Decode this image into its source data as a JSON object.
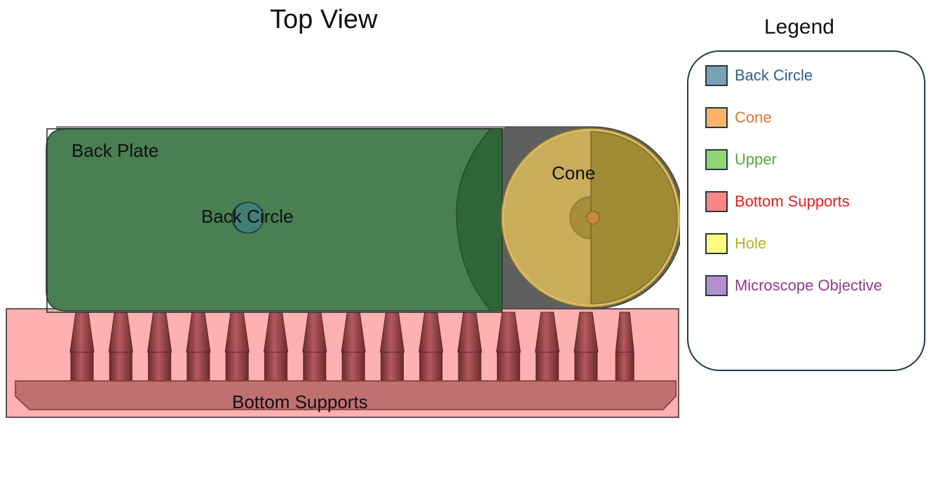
{
  "title": "Top View",
  "labels": {
    "back_plate": "Back Plate",
    "back_circle": "Back Circle",
    "cone": "Cone",
    "bottom_supports": "Bottom Supports"
  },
  "legend": {
    "title": "Legend",
    "items": [
      {
        "label": "Back Circle",
        "swatch": "#7aa1b3",
        "text_color": "#2f5f8a"
      },
      {
        "label": "Cone",
        "swatch": "#fdb36b",
        "text_color": "#e0763a"
      },
      {
        "label": "Upper",
        "swatch": "#8fd672",
        "text_color": "#58a43c"
      },
      {
        "label": "Bottom Supports",
        "swatch": "#fb8686",
        "text_color": "#e81c1c"
      },
      {
        "label": "Hole",
        "swatch": "#ffff7d",
        "text_color": "#b5b020"
      },
      {
        "label": "Microscope Objective",
        "swatch": "#b48fcf",
        "text_color": "#8e3b8e"
      }
    ]
  },
  "colors": {
    "back_plate": "#4a7f53",
    "cone": "#c9ad5b",
    "bottom_supports_region": "#ffb0b0",
    "support_pegs": "#8e3f42",
    "support_bar": "#c07070",
    "housing": "#5f5f5f"
  },
  "support_peg_count": 15
}
